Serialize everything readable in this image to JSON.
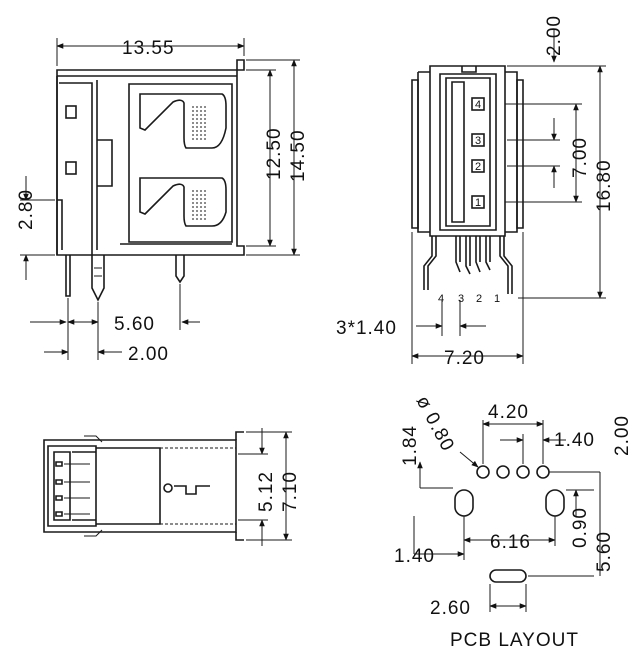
{
  "dimensions": {
    "front_width": "13.55",
    "front_body_height": "12.50",
    "front_total_height": "14.50",
    "front_left_height": "2.80",
    "front_pin_spacing": "5.60",
    "front_pin_offset": "2.00",
    "side_top": "2.00",
    "side_pin_pitch": "7.00",
    "side_total_height": "16.80",
    "side_pin_span": "3*1.40",
    "side_width": "7.20",
    "bottom_inner": "5.12",
    "bottom_outer": "7.10",
    "pcb_hole_diameter": "ø 0.80",
    "pcb_pin_span": "4.20",
    "pcb_pin_pitch": "1.40",
    "pcb_top_offset": "2.00",
    "pcb_left_height": "1.84",
    "pcb_tab_spacing": "6.16",
    "pcb_tab_width": "0.90",
    "pcb_tab_depth": "5.60",
    "pcb_tab_offset": "1.40",
    "pcb_slot_width": "2.60"
  },
  "pin_numbers": {
    "box": [
      "4",
      "3",
      "2",
      "1"
    ],
    "bottom": [
      "4",
      "3",
      "2",
      "1"
    ]
  },
  "labels": {
    "pcb_layout": "PCB LAYOUT"
  }
}
